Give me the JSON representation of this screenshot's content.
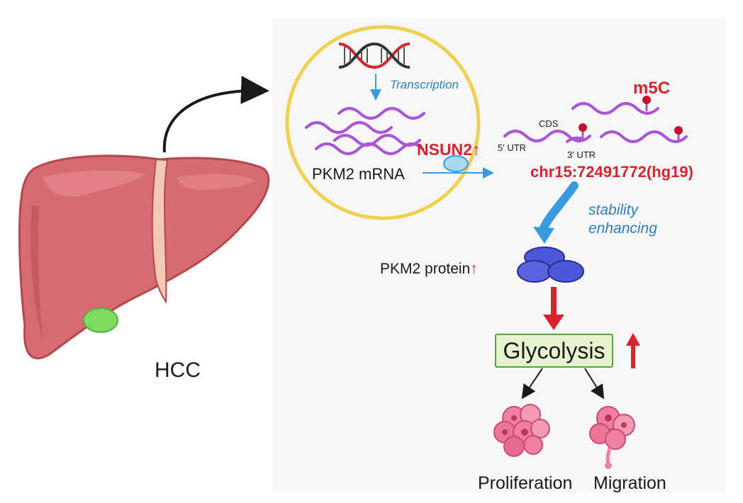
{
  "organ": {
    "label": "HCC"
  },
  "nucleus": {
    "process_label": "Transcription",
    "mrna_label": "PKM2 mRNA"
  },
  "regulator": {
    "name": "NSUN2",
    "arrow": "↑"
  },
  "mrna_regions": {
    "utr5": "5' UTR",
    "cds": "CDS",
    "utr3": "3' UTR"
  },
  "modification": {
    "name": "m5C",
    "site": "chr15:72491772(hg19)"
  },
  "effect": {
    "line1": "stability",
    "line2": "enhancing"
  },
  "protein": {
    "label": "PKM2 protein",
    "arrow": "↑"
  },
  "pathway": {
    "label": "Glycolysis"
  },
  "outcomes": {
    "left": "Proliferation",
    "right": "Migration"
  },
  "colors": {
    "liver": "#d86b72",
    "liver_shadow": "#b5484f",
    "gallbladder": "#7ddc5e",
    "nucleus_ring": "#f0d050",
    "mrna_wave": "#a855d6",
    "m5c_marker": "#c8102e",
    "highlight_red": "#d8232f",
    "accent_blue": "#2c7fc0",
    "protein_blue": "#4d57d9",
    "glycolysis_fill": "#e5f4cf",
    "glycolysis_border": "#5aa33a",
    "cell_pink": "#f07fa0"
  }
}
